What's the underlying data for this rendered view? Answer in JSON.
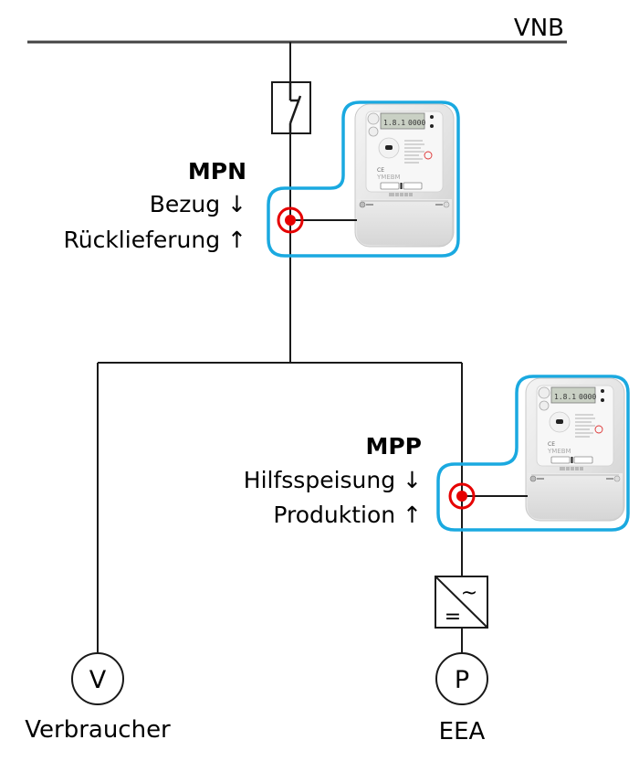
{
  "grid": {
    "label": "VNB"
  },
  "mpn": {
    "title": "MPN",
    "line1": "Bezug ↓",
    "line2": "Rücklieferung ↑"
  },
  "mpp": {
    "title": "MPP",
    "line1": "Hilfsspeisung ↓",
    "line2": "Produktion ↑"
  },
  "consumer": {
    "symbol": "V",
    "label": "Verbraucher"
  },
  "generator": {
    "symbol": "P",
    "label": "EEA"
  },
  "inverter": {
    "ac_symbol": "~",
    "dc_symbol": "="
  },
  "meter": {
    "display_left": "1.8.1",
    "display_right": "0000"
  },
  "colors": {
    "line": "#1a1a1a",
    "outline": "#1aa9e0",
    "measure_point": "#e60000"
  }
}
